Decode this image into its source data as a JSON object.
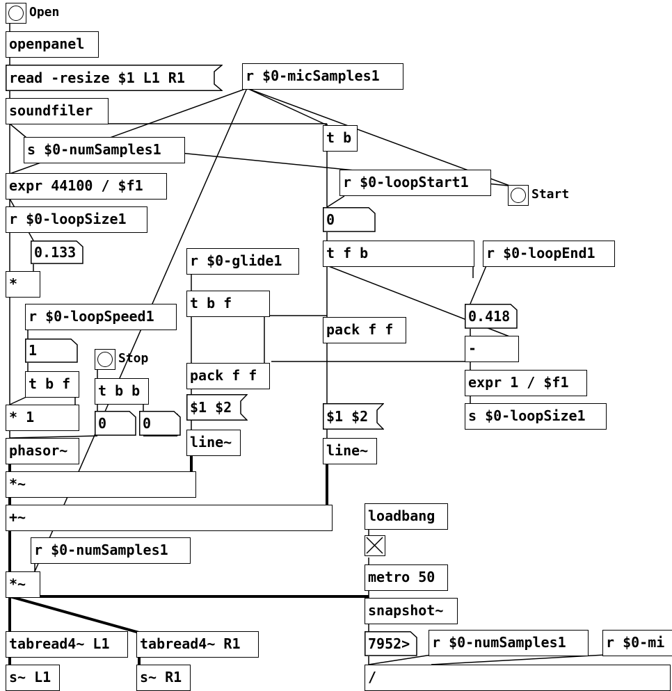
{
  "patch": {
    "bangs": [
      {
        "id": "open",
        "label": "Open"
      },
      {
        "id": "stop",
        "label": "Stop"
      },
      {
        "id": "start",
        "label": "Start"
      }
    ],
    "objects": {
      "openpanel": "openpanel",
      "soundfiler": "soundfiler",
      "s_numsamples": "s $0-numSamples1",
      "expr_44100": "expr 44100 / $f1",
      "r_loopsize": "r $0-loopSize1",
      "mul_a": "*",
      "r_loopspeed": "r $0-loopSpeed1",
      "t_b_f_a": "t b f",
      "mul_1": "* 1",
      "t_b_b": "t b b",
      "phasor": "phasor~",
      "mul_sig_a": "*~",
      "add_sig": "+~",
      "r_numsamples_a": "r $0-numSamples1",
      "mul_sig_b": "*~",
      "tabread_l": "tabread4~ L1",
      "tabread_r": "tabread4~ R1",
      "s_l": "s~ L1",
      "s_r": "s~ R1",
      "r_micsamples": "r $0-micSamples1",
      "r_glide": "r $0-glide1",
      "t_b_f_b": "t b f",
      "pack_a": "pack f f",
      "line_a": "line~",
      "t_b": "t b",
      "r_loopstart": "r $0-loopStart1",
      "t_f_b": "t f b",
      "pack_b": "pack f f",
      "line_b": "line~",
      "r_loopend": "r $0-loopEnd1",
      "minus": "-",
      "expr_1": "expr 1 / $f1",
      "s_loopsize": "s $0-loopSize1",
      "loadbang": "loadbang",
      "metro": "metro 50",
      "snapshot": "snapshot~",
      "r_numsamples_b": "r $0-numSamples1",
      "r_mi": "r $0-mi",
      "div": "/"
    },
    "messages": {
      "read": "read -resize $1 L1 R1",
      "dollar_a": "$1 $2",
      "dollar_b": "$1 $2"
    },
    "numbers": {
      "n_0133": "0.133",
      "n_1": "1",
      "n_0a": "0",
      "n_0b": "0",
      "n_0c": "0",
      "n_0418": "0.418",
      "n_7952": "7952>"
    }
  }
}
